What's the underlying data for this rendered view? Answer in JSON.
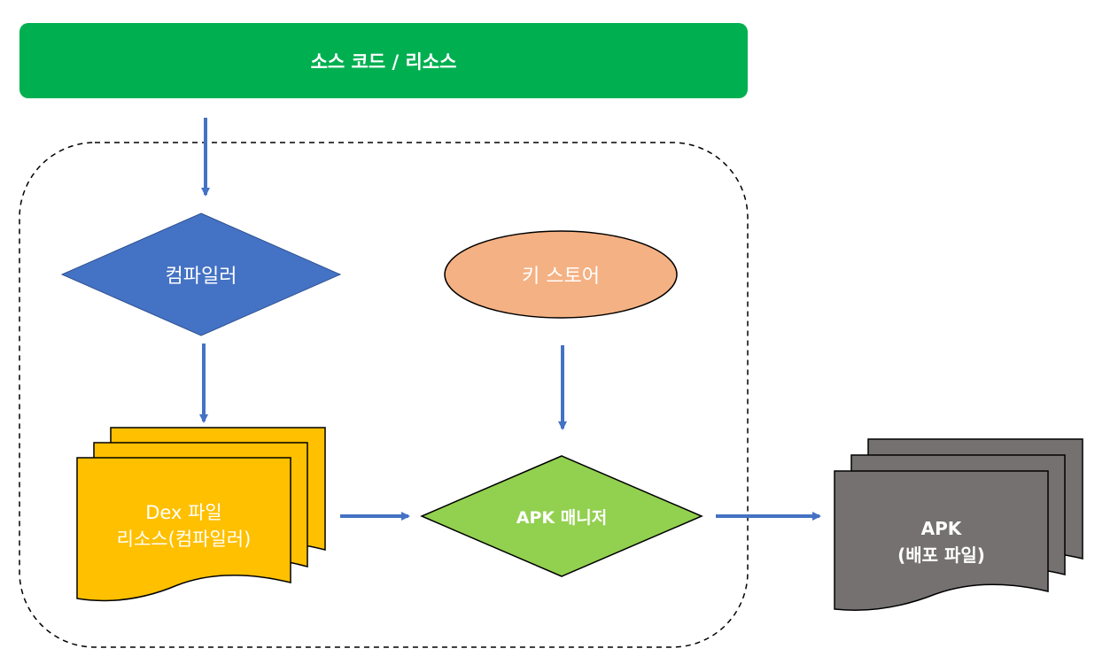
{
  "title": "소스 코드 / 리소스",
  "nodes": {
    "compiler": "컴파일러",
    "keystore": "키 스토어",
    "dex": {
      "line1": "Dex 파일",
      "line2": "리소스(컴파일러)"
    },
    "apk_manager": "APK 매니저",
    "apk": {
      "line1": "APK",
      "line2": "(배포 파일)"
    }
  },
  "colors": {
    "title_bar": "#00b050",
    "compiler": "#4472c4",
    "keystore": "#f4b183",
    "dex_docs": "#ffc000",
    "apk_manager": "#92d050",
    "apk_docs": "#767171",
    "arrows": "#4472c4"
  }
}
